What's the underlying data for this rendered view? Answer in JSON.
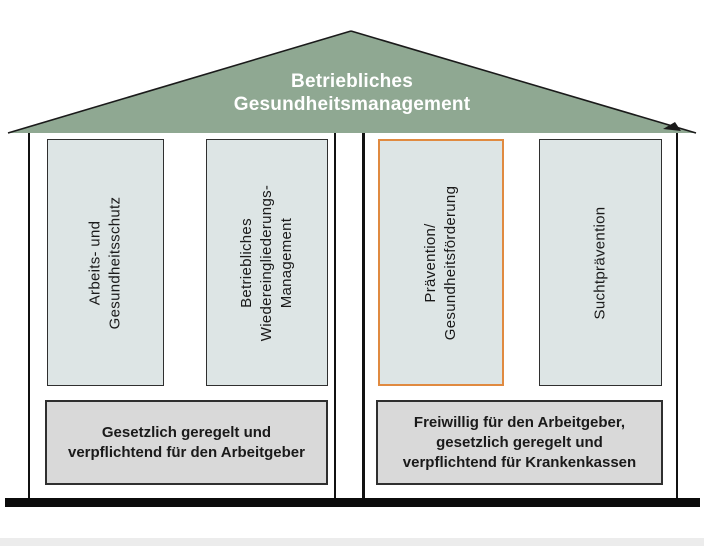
{
  "colors": {
    "roof": "#8fa892",
    "roof_outline": "#1a1a1a",
    "pillar_fill": "#dde5e5",
    "pillar_border": "#2f2f2f",
    "highlight_orange": "#e08a40",
    "box_fill": "#d9d9d9",
    "box_border": "#2f2f2f",
    "wall": "#111111",
    "base_bar": "#0b0b0b",
    "footer_strip": "#ececec",
    "title_text": "#ffffff",
    "text": "#1a1a1a"
  },
  "roof": {
    "title": "Betriebliches\nGesundheitsmanagement"
  },
  "pillars": [
    {
      "id": "arbeits-und-gesundheitsschutz",
      "label": "Arbeits- und\nGesundheitsschutz",
      "highlighted": false
    },
    {
      "id": "betriebliches-wiedereingliederungs-management",
      "label": "Betriebliches\nWiedereingliederungs-\nManagement",
      "highlighted": false
    },
    {
      "id": "praevention-gesundheitsfoerderung",
      "label": "Prävention/\nGesundheitsförderung",
      "highlighted": true
    },
    {
      "id": "suchtpraevention",
      "label": "Suchtprävention",
      "highlighted": false
    }
  ],
  "footnotes": [
    {
      "id": "left-legal-box",
      "label": "Gesetzlich geregelt und\nverpflichtend für den Arbeitgeber"
    },
    {
      "id": "right-legal-box",
      "label": "Freiwillig für den Arbeitgeber,\ngesetzlich geregelt und\nverpflichtend für Krankenkassen"
    }
  ]
}
